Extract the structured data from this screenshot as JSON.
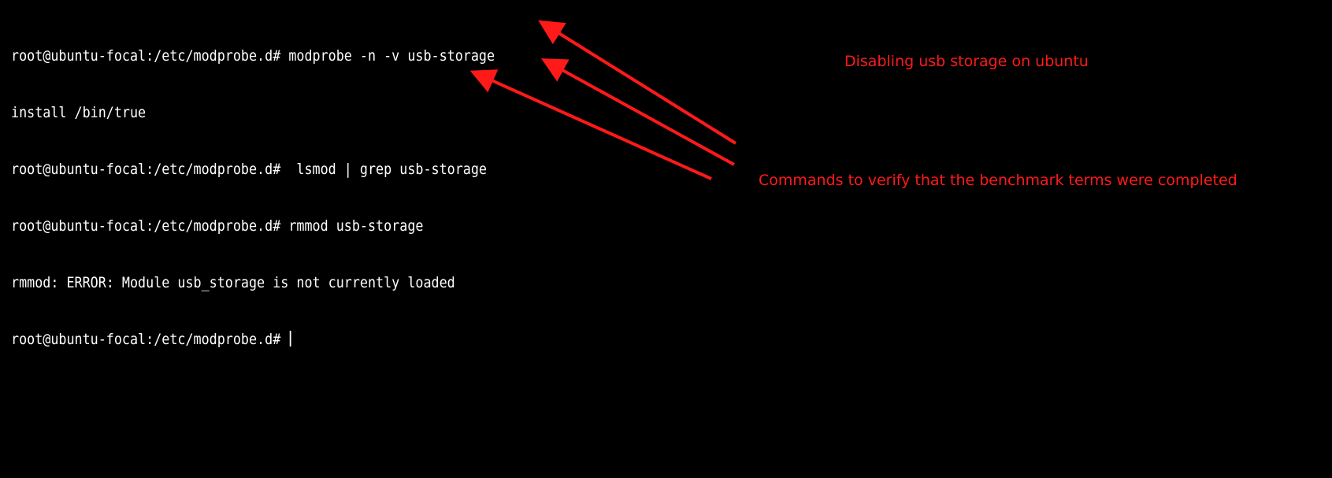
{
  "terminal": {
    "lines": [
      "root@ubuntu-focal:/etc/modprobe.d# modprobe -n -v usb-storage",
      "install /bin/true",
      "root@ubuntu-focal:/etc/modprobe.d#  lsmod | grep usb-storage",
      "root@ubuntu-focal:/etc/modprobe.d# rmmod usb-storage",
      "rmmod: ERROR: Module usb_storage is not currently loaded",
      "root@ubuntu-focal:/etc/modprobe.d# "
    ]
  },
  "annotations": {
    "title": "Disabling usb storage on ubuntu",
    "commands_note": "Commands to verify that the benchmark terms were completed",
    "color": "#ff1a1a",
    "arrow_icon": "red-arrow-icon"
  },
  "colors": {
    "background": "#000000",
    "terminal_text": "#ffffff",
    "annotation": "#ff1a1a"
  }
}
